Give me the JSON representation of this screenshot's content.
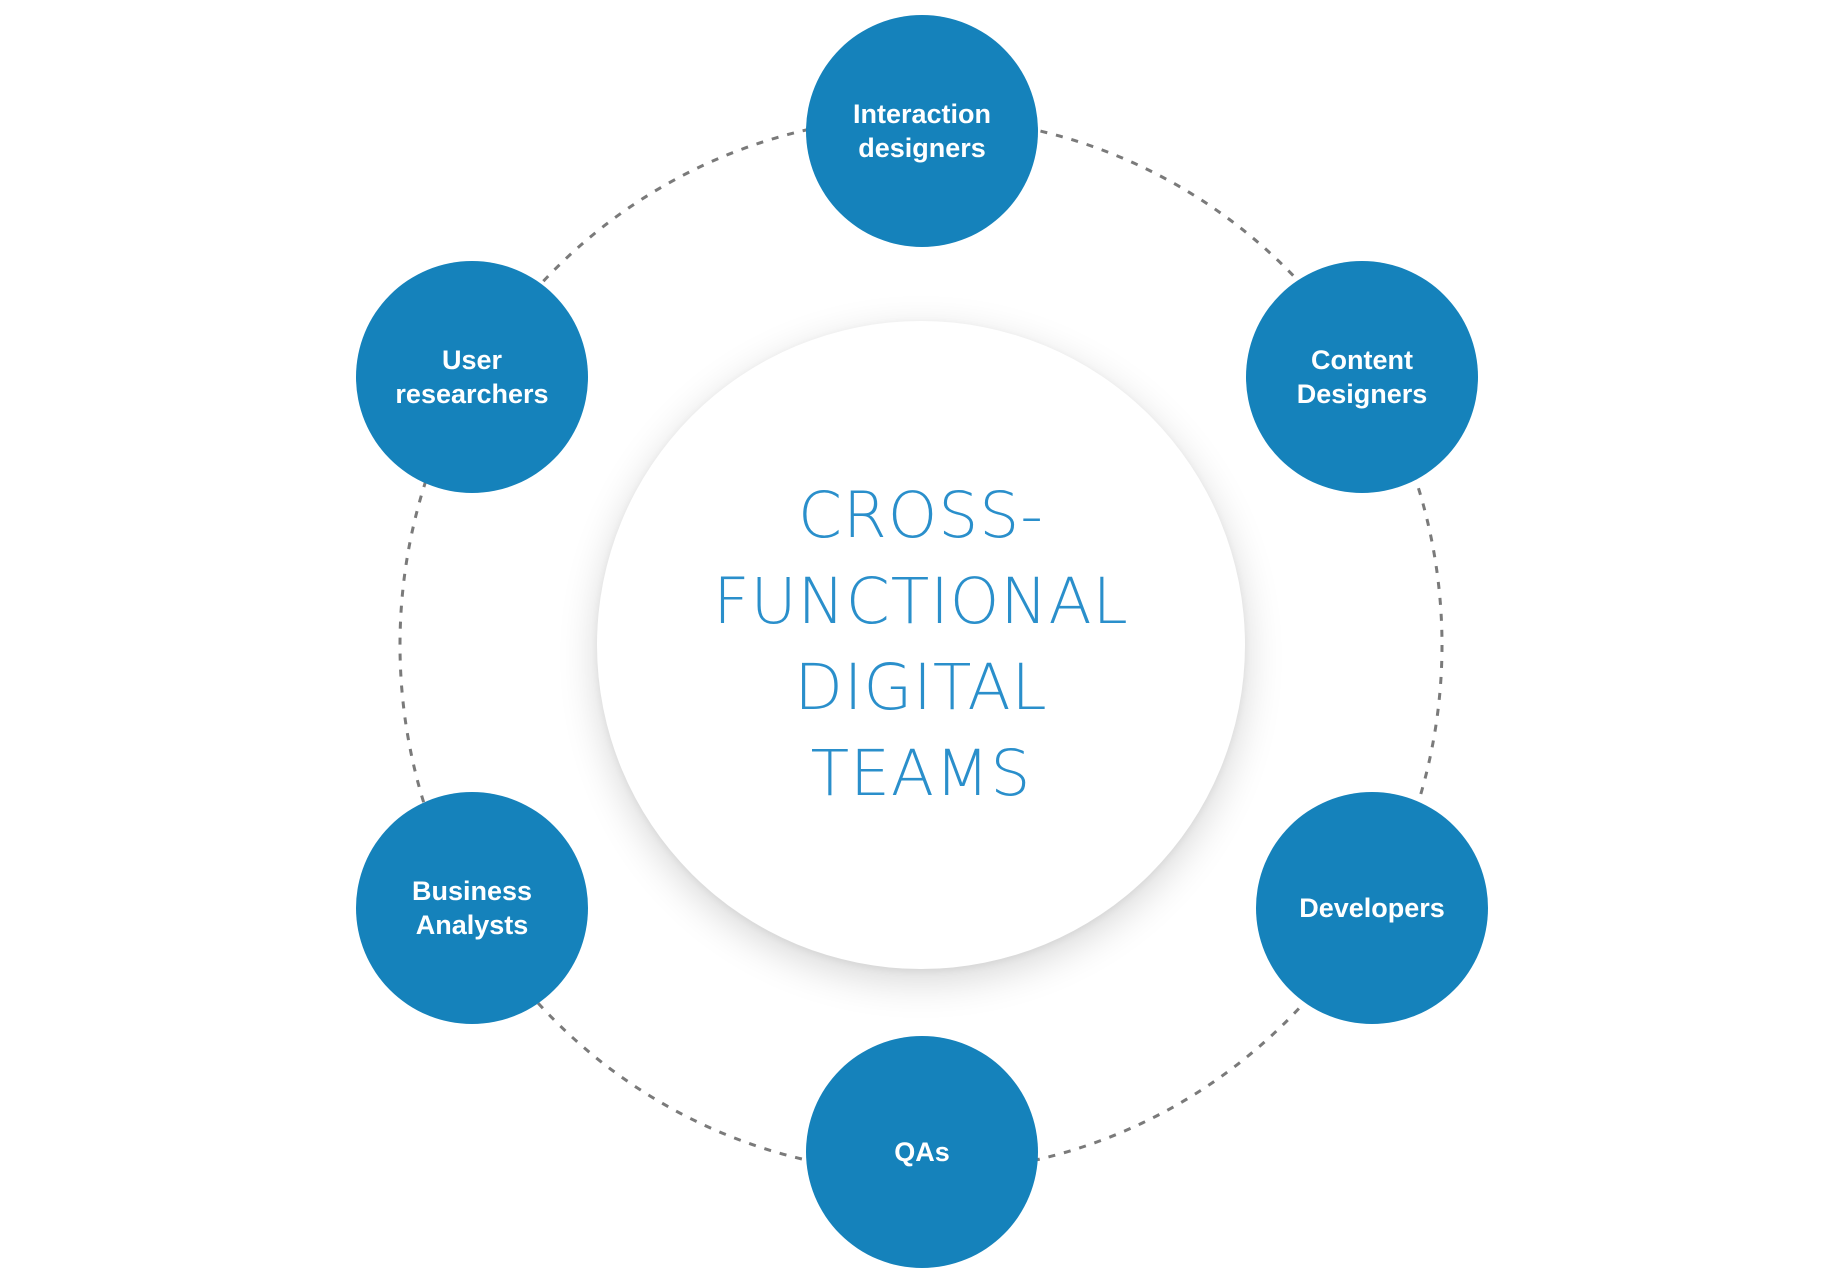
{
  "diagram": {
    "title": "CROSS-\nFUNCTIONAL\nDIGITAL\nTEAMS",
    "colors": {
      "node_fill": "#1582bb",
      "node_text": "#ffffff",
      "title_text": "#2a8fcb",
      "ring_stroke": "#7a7a7a",
      "background": "#ffffff"
    },
    "roles": [
      {
        "label": "Interaction\ndesigners"
      },
      {
        "label": "Content\nDesigners"
      },
      {
        "label": "Developers"
      },
      {
        "label": "QAs"
      },
      {
        "label": "Business\nAnalysts"
      },
      {
        "label": "User\nresearchers"
      }
    ]
  }
}
